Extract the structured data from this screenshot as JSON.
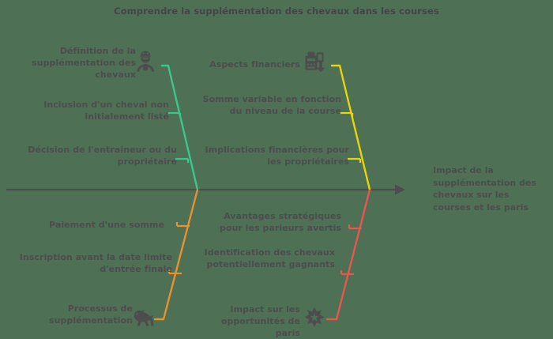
{
  "title": "Comprendre la supplémentation des chevaux dans les courses",
  "colors": {
    "background": "#4e7054",
    "spine": "#4d4d4d",
    "text": "#4d4d4d",
    "branch_top_left": "#3ac78d",
    "branch_top_right": "#e8d40c",
    "branch_bottom_left": "#e8922e",
    "branch_bottom_right": "#e8574f"
  },
  "head": {
    "label": "Impact de la supplémentation des chevaux sur les courses et les paris",
    "icon": "horse-jockey-icon"
  },
  "branches": [
    {
      "id": "definition",
      "position": "top-left",
      "color": "#3ac78d",
      "icon": "jockey-person-icon",
      "title": "Définition de la supplémentation des chevaux",
      "causes": [
        "Inclusion d'un cheval non initialement listé",
        "Décision de l'entraîneur ou du propriétaire"
      ]
    },
    {
      "id": "financial",
      "position": "top-right",
      "color": "#e8d40c",
      "icon": "money-cash-icon",
      "title": "Aspects financiers",
      "causes": [
        "Somme variable en fonction du niveau de la course",
        "Implications financières pour les propriétaires"
      ]
    },
    {
      "id": "process",
      "position": "bottom-left",
      "color": "#e8922e",
      "icon": "running-horse-icon",
      "title": "Processus de supplémentation",
      "causes": [
        "Paiement d'une somme",
        "Inscription avant la date limite d'entrée finale"
      ]
    },
    {
      "id": "betting",
      "position": "bottom-right",
      "color": "#e8574f",
      "icon": "rosette-star-icon",
      "title": "Impact sur les opportunités de paris",
      "causes": [
        "Avantages stratégiques pour les parieurs avertis",
        "Identification des chevaux potentiellement gagnants"
      ]
    }
  ]
}
